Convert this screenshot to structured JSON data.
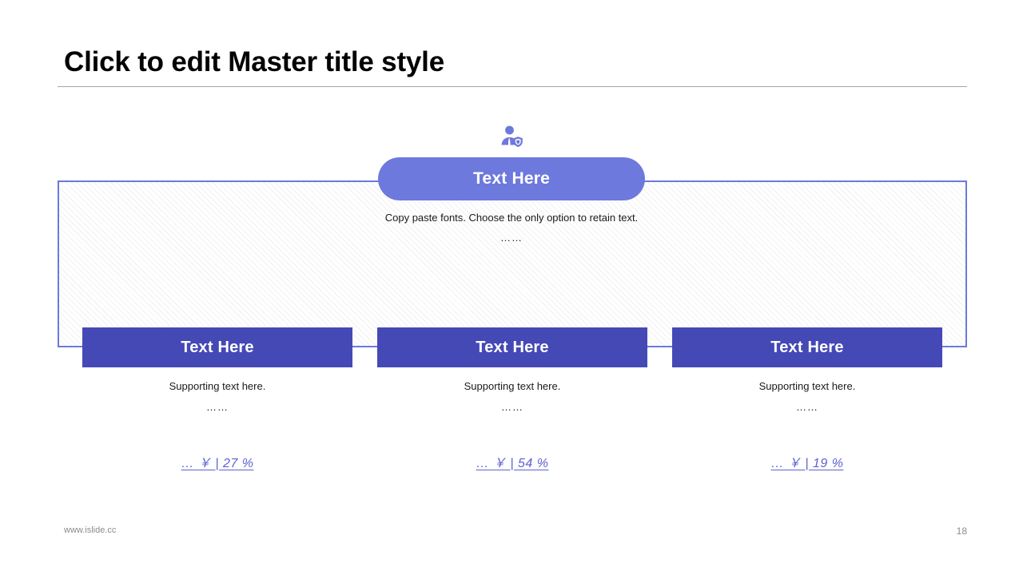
{
  "slide": {
    "title": "Click to edit Master title style",
    "header_icon": "user-shield-icon",
    "accent_light": "#6d79dc",
    "accent_dark": "#4549b5",
    "link_color": "#5b63cf"
  },
  "hero": {
    "label": "Text Here",
    "description": "Copy paste fonts. Choose the only option to retain text.",
    "dots": "……"
  },
  "columns": [
    {
      "heading": "Text Here",
      "subtext": "Supporting text here.",
      "dots": "……",
      "link": "…  ￥ | 27 %"
    },
    {
      "heading": "Text Here",
      "subtext": "Supporting text here.",
      "dots": "……",
      "link": "…  ￥ | 54 %"
    },
    {
      "heading": "Text Here",
      "subtext": "Supporting text here.",
      "dots": "……",
      "link": "…  ￥ | 19 %"
    }
  ],
  "footer": {
    "url": "www.islide.cc",
    "page_number": "18"
  }
}
